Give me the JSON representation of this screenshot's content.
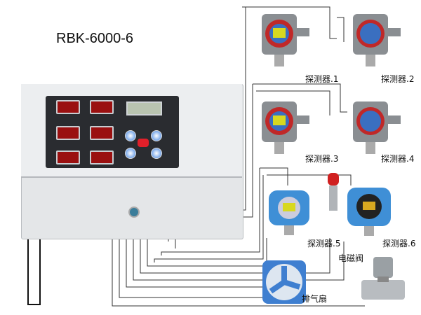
{
  "model": "RBK-6000-6",
  "detectors": [
    "探测器.1",
    "探测器.2",
    "探测器.3",
    "探测器.4",
    "探测器.5",
    "探测器.6"
  ],
  "valve_label": "电磁阀",
  "fan_label": "排气扇",
  "colors": {
    "panel": "#2a2c30",
    "display": "#9a1010",
    "knob": "#3a7fe0",
    "detector_gray": "#8a8e92",
    "detector_blue": "#3f8fd6"
  }
}
